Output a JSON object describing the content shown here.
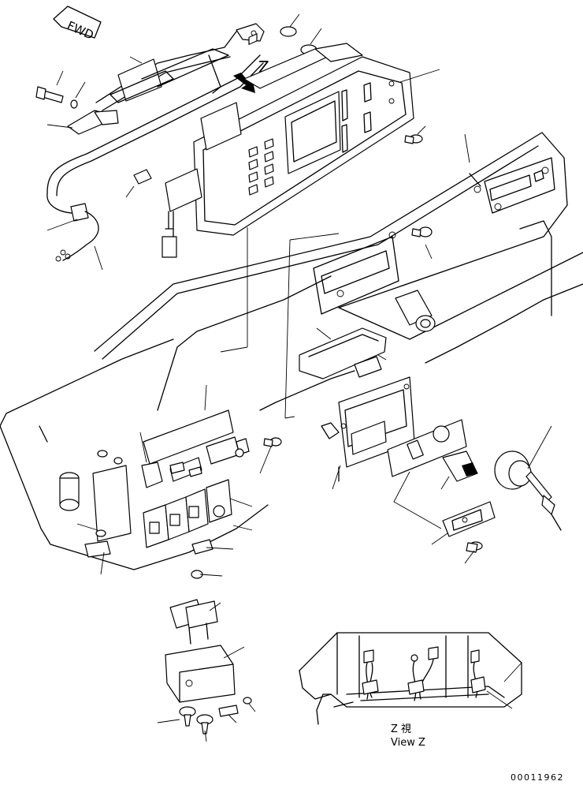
{
  "drawing": {
    "fwd_label": "FWD",
    "view_marker": "Z",
    "view_caption_jp": "Z 視",
    "view_caption_en": "View Z",
    "drawing_number": "00011962"
  }
}
